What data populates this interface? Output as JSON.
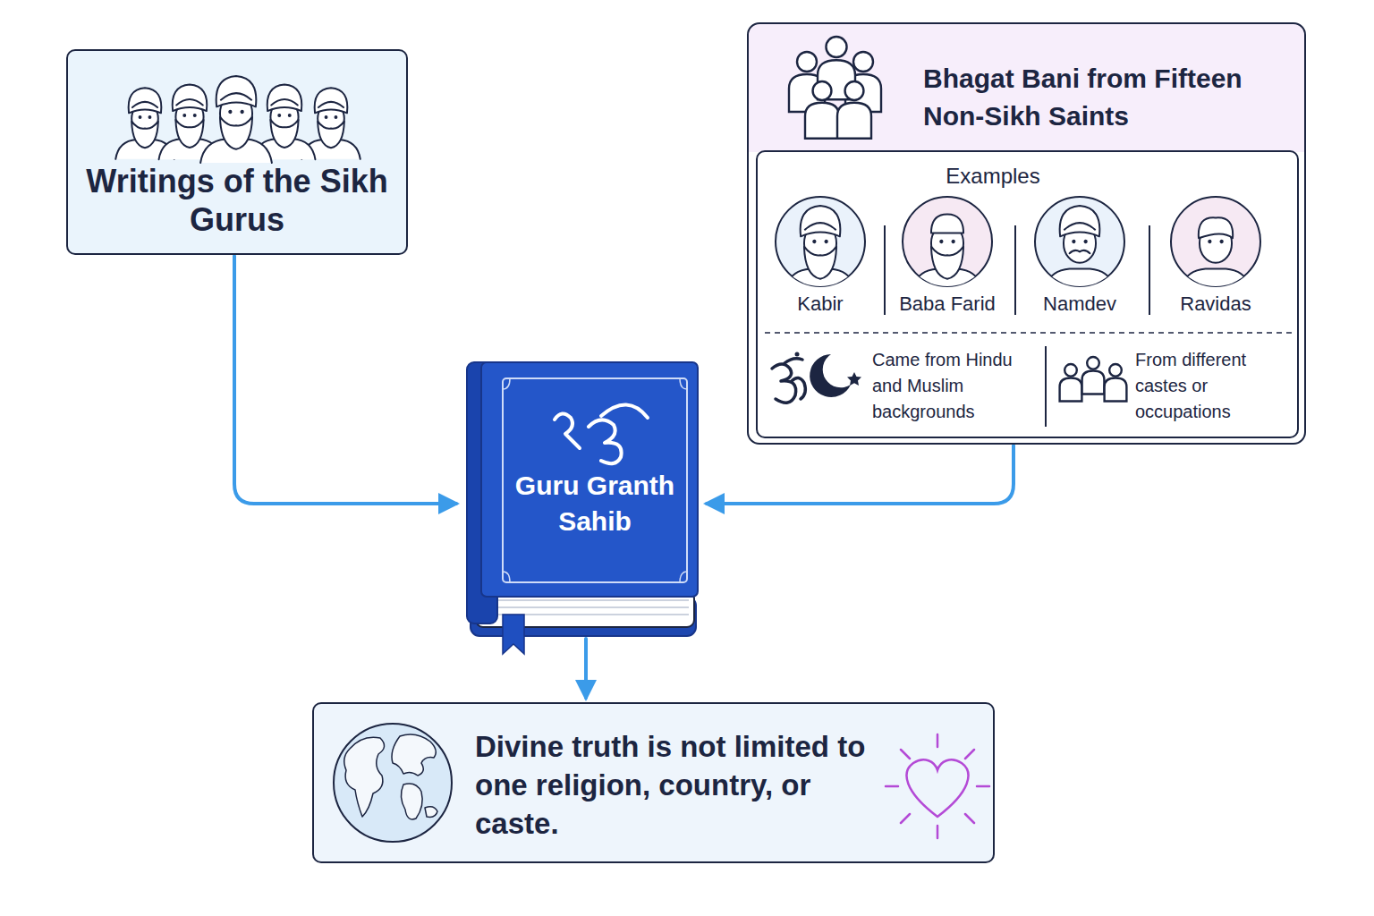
{
  "diagram": {
    "nodes": [
      {
        "text": [
          "Writings of the Sikh Gurus"
        ]
      },
      {
        "text": [
          "Bhagat Bani from Fifteen Non-Sikh Saints"
        ]
      },
      {
        "text": [
          "Examples",
          "Came from Hindu and Muslim backgrounds",
          "From different castes or occupations"
        ],
        "in": 1
      },
      {
        "text": [
          "Kabir"
        ],
        "in": 2
      },
      {
        "text": [
          "Baba Farid"
        ],
        "in": 2
      },
      {
        "text": [
          "Namdev"
        ],
        "in": 2
      },
      {
        "text": [
          "Ravidas"
        ],
        "in": 2
      },
      {
        "text": [
          "Guru Granth Sahib"
        ]
      },
      {
        "text": [
          "Divine truth is not limited to one religion, country, or caste."
        ]
      }
    ],
    "edges": [
      {
        "from": 0,
        "to": 7,
        "arrow": "to"
      },
      {
        "from": 1,
        "to": 7,
        "arrow": "to"
      },
      {
        "from": 7,
        "to": 8,
        "arrow": "to"
      }
    ]
  }
}
